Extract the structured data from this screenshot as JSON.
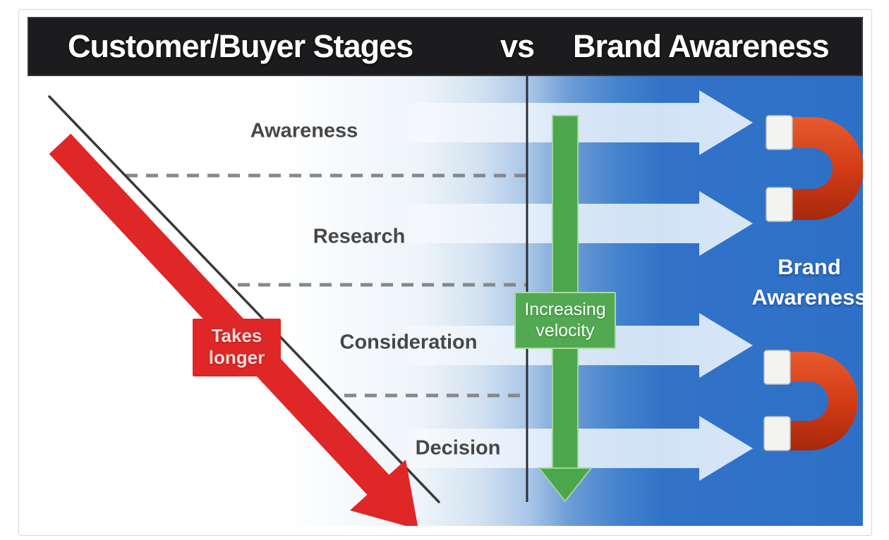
{
  "header": {
    "title_left": "Customer/Buyer Stages",
    "title_vs": "vs",
    "title_right": "Brand Awareness"
  },
  "stages": [
    {
      "label": "Awareness"
    },
    {
      "label": "Research"
    },
    {
      "label": "Consideration"
    },
    {
      "label": "Decision"
    }
  ],
  "annotations": {
    "takes_longer": {
      "line1": "Takes",
      "line2": "longer"
    },
    "increasing_velocity": {
      "line1": "Increasing",
      "line2": "velocity"
    },
    "brand_awareness": {
      "line1": "Brand",
      "line2": "Awareness"
    }
  },
  "icons": {
    "stage_flow_arrow": "right-arrow",
    "journey_arrow": "diagonal-down-red-arrow",
    "velocity_arrow": "down-green-arrow",
    "magnet_top": "horseshoe-magnet",
    "magnet_bottom": "horseshoe-magnet"
  },
  "colors": {
    "header_bg": "#1c1c1e",
    "title_text": "#ffffff",
    "red_arrow": "#de2726",
    "green_arrow": "#4ca64c",
    "green_box": "#52a952",
    "blue_background": "#2e70c7",
    "light_flow_arrow": "#e9f2fb",
    "dashed_divider": "#84898e",
    "stage_text": "#474747",
    "magnet_body": "#d23c16",
    "magnet_tip": "#f3f3f1"
  }
}
